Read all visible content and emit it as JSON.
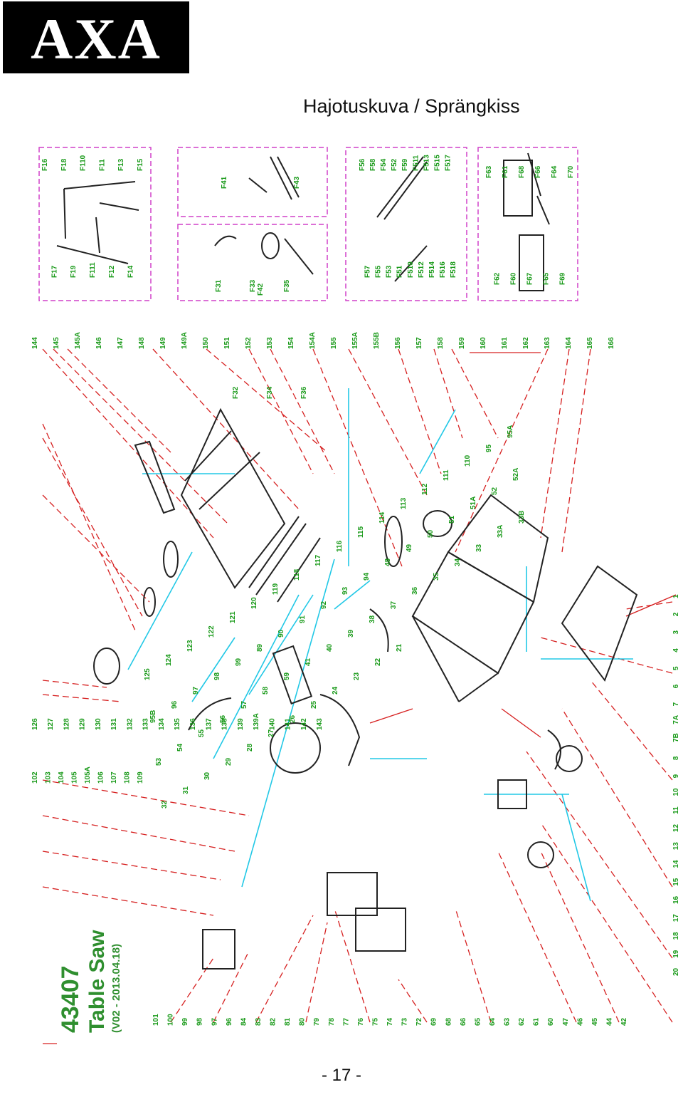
{
  "brand": {
    "logo_text": "AXA"
  },
  "page": {
    "title": "Hajotuskuva / Sprängkiss",
    "number": "- 17 -"
  },
  "model": {
    "number": "43407",
    "name": "Table Saw",
    "version": "(V02 - 2013.04.18)"
  },
  "colors": {
    "part_label": "#1a9a1a",
    "leader": "#d62020",
    "connector": "#22c8e6",
    "box": "#d040c8",
    "line": "#222222"
  },
  "boxes": [
    {
      "labels": [
        "F16",
        "F17",
        "F18",
        "F19",
        "F110",
        "F111",
        "F11",
        "F12",
        "F13",
        "F14",
        "F15"
      ]
    },
    {
      "labels": [
        "F41",
        "F42",
        "F43"
      ]
    },
    {
      "labels": [
        "F31",
        "F32",
        "F33",
        "F34",
        "F35",
        "F36"
      ]
    },
    {
      "labels": [
        "F56",
        "F57",
        "F58",
        "F55",
        "F54",
        "F53",
        "F52",
        "F51",
        "F59",
        "F510",
        "F511",
        "F512",
        "F513",
        "F514",
        "F515",
        "F516",
        "F517",
        "F518"
      ]
    },
    {
      "labels": [
        "F63",
        "F62",
        "F61",
        "F60",
        "F68",
        "F67",
        "F66",
        "F65",
        "F64",
        "F69",
        "F70"
      ]
    }
  ],
  "top_labels": [
    "144",
    "145",
    "145A",
    "146",
    "147",
    "148",
    "149",
    "149A",
    "150",
    "151",
    "152",
    "153",
    "154",
    "154A",
    "155",
    "155A",
    "155B",
    "156",
    "157",
    "158",
    "159",
    "160",
    "161",
    "162",
    "163",
    "164",
    "165",
    "166"
  ],
  "left_labels": [
    "126",
    "127",
    "128",
    "129",
    "130",
    "131",
    "132",
    "133",
    "134",
    "135",
    "136",
    "137",
    "138",
    "139",
    "139A",
    "140",
    "141",
    "142",
    "143"
  ],
  "left_mid_labels": [
    "102",
    "103",
    "104",
    "105",
    "105A",
    "106",
    "107",
    "108",
    "109"
  ],
  "bottom_labels": [
    "101",
    "100",
    "99",
    "98",
    "97",
    "96",
    "84",
    "83",
    "82",
    "81",
    "80",
    "79",
    "78",
    "77",
    "76",
    "75",
    "74",
    "73",
    "72",
    "69",
    "68",
    "66",
    "65",
    "64",
    "63",
    "62",
    "61",
    "60",
    "47",
    "46",
    "45",
    "44",
    "42"
  ],
  "right_labels": [
    "1",
    "2",
    "3",
    "4",
    "5",
    "6",
    "7",
    "7A",
    "7B",
    "8",
    "9",
    "10",
    "11",
    "12",
    "13",
    "14",
    "15",
    "16",
    "17",
    "18",
    "19",
    "20"
  ],
  "mid_labels": [
    "125",
    "124",
    "123",
    "122",
    "121",
    "120",
    "119",
    "118",
    "117",
    "116",
    "115",
    "114",
    "113",
    "112",
    "111",
    "110",
    "95",
    "95A",
    "95B",
    "96",
    "97",
    "98",
    "99",
    "89",
    "90",
    "91",
    "92",
    "93",
    "94",
    "48",
    "49",
    "50",
    "51",
    "51A",
    "52",
    "52A",
    "53",
    "54",
    "55",
    "56",
    "57",
    "58",
    "59",
    "41",
    "40",
    "39",
    "38",
    "37",
    "36",
    "35",
    "34",
    "33",
    "33A",
    "33B",
    "32",
    "31",
    "30",
    "29",
    "28",
    "27",
    "26",
    "25",
    "24",
    "23",
    "22",
    "21"
  ]
}
